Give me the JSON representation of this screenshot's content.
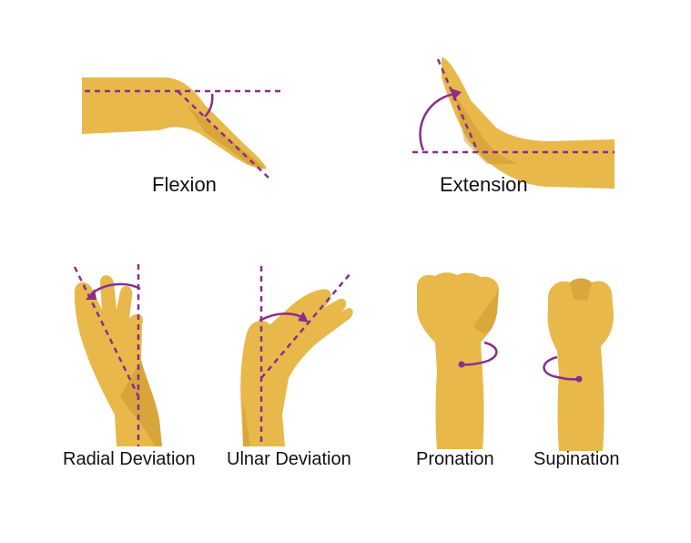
{
  "colors": {
    "skin": "#E8B84A",
    "skin_shadow": "#C9962E",
    "skin_light": "#F4D27A",
    "guide": "#8A2D8C",
    "text": "#111111",
    "background": "#FFFFFF"
  },
  "movements": {
    "flexion": "Flexion",
    "extension": "Extension",
    "radial_deviation": "Radial Deviation",
    "ulnar_deviation": "Ulnar Deviation",
    "pronation": "Pronation",
    "supination": "Supination"
  }
}
